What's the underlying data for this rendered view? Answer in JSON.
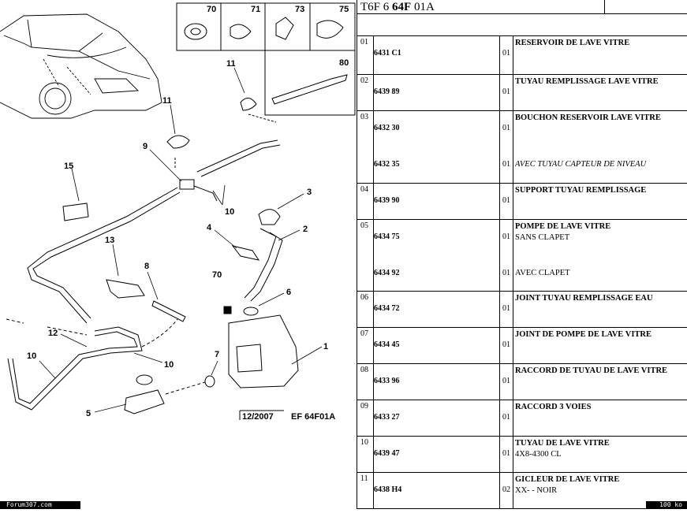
{
  "header": {
    "code_prefix": "T6F 6 ",
    "code_bold": "64F",
    "code_suffix": " 01A"
  },
  "diagram": {
    "callouts": [
      "1",
      "2",
      "3",
      "4",
      "5",
      "6",
      "7",
      "8",
      "9",
      "10",
      "10",
      "10",
      "11",
      "11",
      "12",
      "13",
      "15",
      "70"
    ],
    "inset_labels": [
      "70",
      "71",
      "73",
      "75",
      "80"
    ],
    "stamp_date": "12/2007",
    "stamp_ref": "EF 64F01A"
  },
  "parts": [
    {
      "no": "01",
      "lines": [
        {
          "ref": "6431 C1",
          "qty": "01",
          "desc": "RESERVOIR DE LAVE VITRE",
          "style": "bold"
        }
      ]
    },
    {
      "no": "02",
      "lines": [
        {
          "ref": "6439 89",
          "qty": "01",
          "desc": "TUYAU REMPLISSAGE LAVE VITRE",
          "style": "bold"
        }
      ]
    },
    {
      "no": "03",
      "lines": [
        {
          "ref": "6432 30",
          "qty": "01",
          "desc": "BOUCHON RESERVOIR LAVE VITRE",
          "style": "bold"
        },
        {
          "ref": "6432 35",
          "qty": "01",
          "desc": "AVEC TUYAU CAPTEUR DE NIVEAU",
          "style": "italic"
        }
      ]
    },
    {
      "no": "04",
      "lines": [
        {
          "ref": "6439 90",
          "qty": "01",
          "desc": "SUPPORT TUYAU REMPLISSAGE",
          "style": "bold"
        }
      ]
    },
    {
      "no": "05",
      "lines": [
        {
          "ref": "6434 75",
          "qty": "01",
          "desc": "POMPE DE LAVE VITRE",
          "desc2": "SANS CLAPET",
          "style": "bold"
        },
        {
          "ref": "6434 92",
          "qty": "01",
          "desc": "AVEC CLAPET",
          "style": "plain"
        }
      ]
    },
    {
      "no": "06",
      "lines": [
        {
          "ref": "6434 72",
          "qty": "01",
          "desc": "JOINT TUYAU REMPLISSAGE EAU",
          "style": "bold"
        }
      ]
    },
    {
      "no": "07",
      "lines": [
        {
          "ref": "6434 45",
          "qty": "01",
          "desc": "JOINT DE POMPE DE LAVE VITRE",
          "style": "bold"
        }
      ]
    },
    {
      "no": "08",
      "lines": [
        {
          "ref": "6433 96",
          "qty": "01",
          "desc": "RACCORD DE TUYAU DE LAVE VITRE",
          "style": "bold"
        }
      ]
    },
    {
      "no": "09",
      "lines": [
        {
          "ref": "6433 27",
          "qty": "01",
          "desc": "RACCORD 3 VOIES",
          "style": "bold"
        }
      ]
    },
    {
      "no": "10",
      "lines": [
        {
          "ref": "6439 47",
          "qty": "01",
          "desc": "TUYAU DE LAVE VITRE",
          "desc2": "4X8-4300 CL",
          "style": "bold"
        }
      ]
    },
    {
      "no": "11",
      "lines": [
        {
          "ref": "6438 H4",
          "qty": "02",
          "desc": "GICLEUR DE LAVE VITRE",
          "desc2": "XX- - NOIR",
          "style": "bold"
        }
      ]
    }
  ],
  "footer": {
    "left": "Forum307.com",
    "right": "100 ko"
  }
}
